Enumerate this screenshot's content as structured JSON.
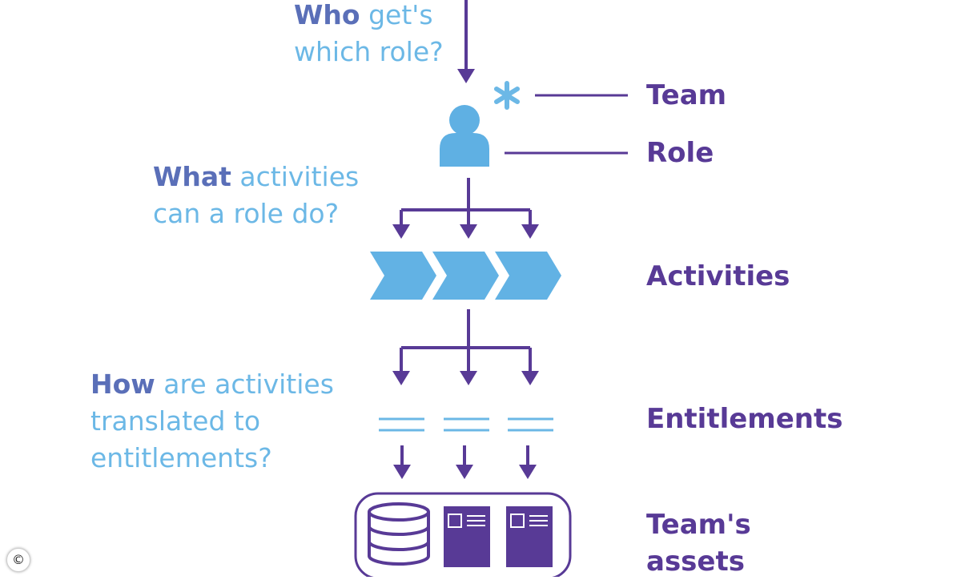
{
  "questions": {
    "who": {
      "lead": "Who",
      "rest_1": " get's",
      "line_2": "which role?"
    },
    "what": {
      "lead": "What",
      "rest_1": " activities",
      "line_2": "can a role do?"
    },
    "how": {
      "lead": "How",
      "rest_1": " are activities",
      "line_2": "translated to",
      "line_3": "entitlements?"
    }
  },
  "labels": {
    "team": "Team",
    "role": "Role",
    "activities": "Activities",
    "entitlements": "Entitlements",
    "assets_line_1": "Team's",
    "assets_line_2": "assets"
  },
  "icons": {
    "team": "asterisk-icon",
    "role": "person-icon",
    "activities": "chevron-process-icon",
    "entitlements": "double-line-icon",
    "assets": [
      "database-icon",
      "document-icon",
      "document-icon"
    ]
  },
  "copyright_symbol": "©",
  "colors": {
    "purple": "#583a96",
    "light_blue": "#6cb8e6",
    "question_bold": "#5a6fb8"
  }
}
